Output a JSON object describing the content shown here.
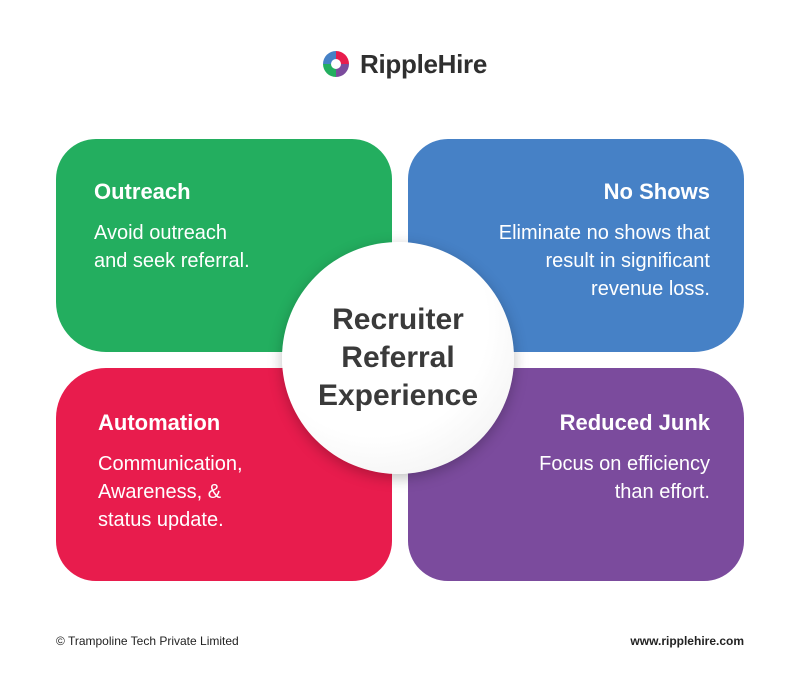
{
  "brand": {
    "name": "RippleHire"
  },
  "center": {
    "text": "Recruiter\nReferral\nExperience"
  },
  "cards": {
    "outreach": {
      "title": "Outreach",
      "desc": "Avoid outreach\nand seek referral.",
      "color": "#23ae5f"
    },
    "no_shows": {
      "title": "No Shows",
      "desc": "Eliminate no shows that\nresult in significant\nrevenue loss.",
      "color": "#4681c6"
    },
    "automation": {
      "title": "Automation",
      "desc": "Communication,\nAwareness, &\nstatus update.",
      "color": "#e81c4d"
    },
    "junk": {
      "title": "Reduced Junk",
      "desc": "Focus on efficiency\nthan effort.",
      "color": "#7b4b9d"
    }
  },
  "footer": {
    "copyright": "© Trampoline Tech Private Limited",
    "website": "www.ripplehire.com"
  }
}
